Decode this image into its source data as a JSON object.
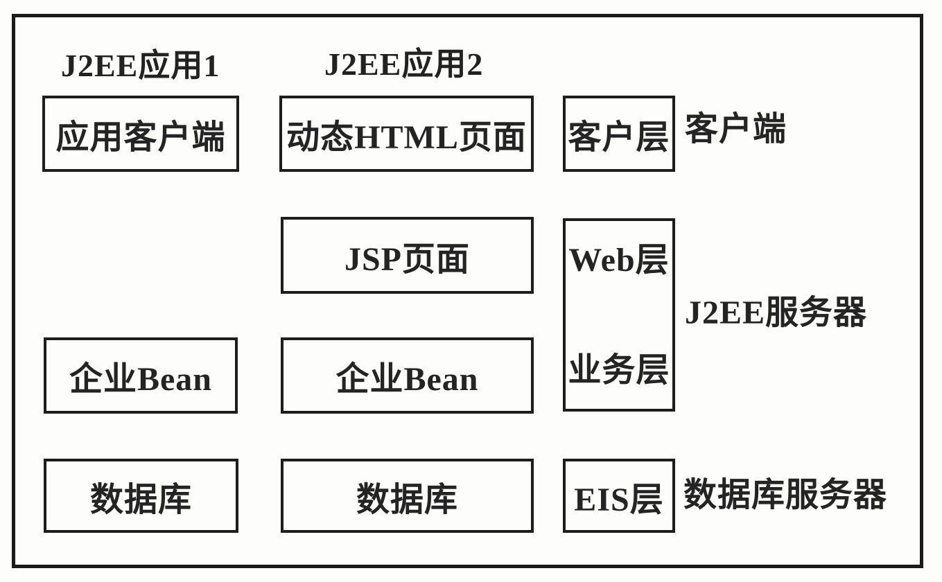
{
  "diagram": {
    "title_implicit": "J2EE architecture tiers diagram",
    "headers": {
      "app1": "J2EE应用1",
      "app2": "J2EE应用2"
    },
    "boxes": {
      "app_client": "应用客户端",
      "dynamic_html": "动态HTML页面",
      "client_tier": "客户层",
      "jsp_page": "JSP页面",
      "web_tier": "Web层",
      "business_tier": "业务层",
      "ejb_app1": "企业Bean",
      "ejb_app2": "企业Bean",
      "db_app1": "数据库",
      "db_app2": "数据库",
      "eis_tier": "EIS层"
    },
    "side_labels": {
      "client": "客户端",
      "j2ee_server": "J2EE服务器",
      "db_server": "数据库服务器"
    },
    "colors": {
      "ink": "#1b1b1b",
      "paper": "#fdfdfc"
    }
  }
}
